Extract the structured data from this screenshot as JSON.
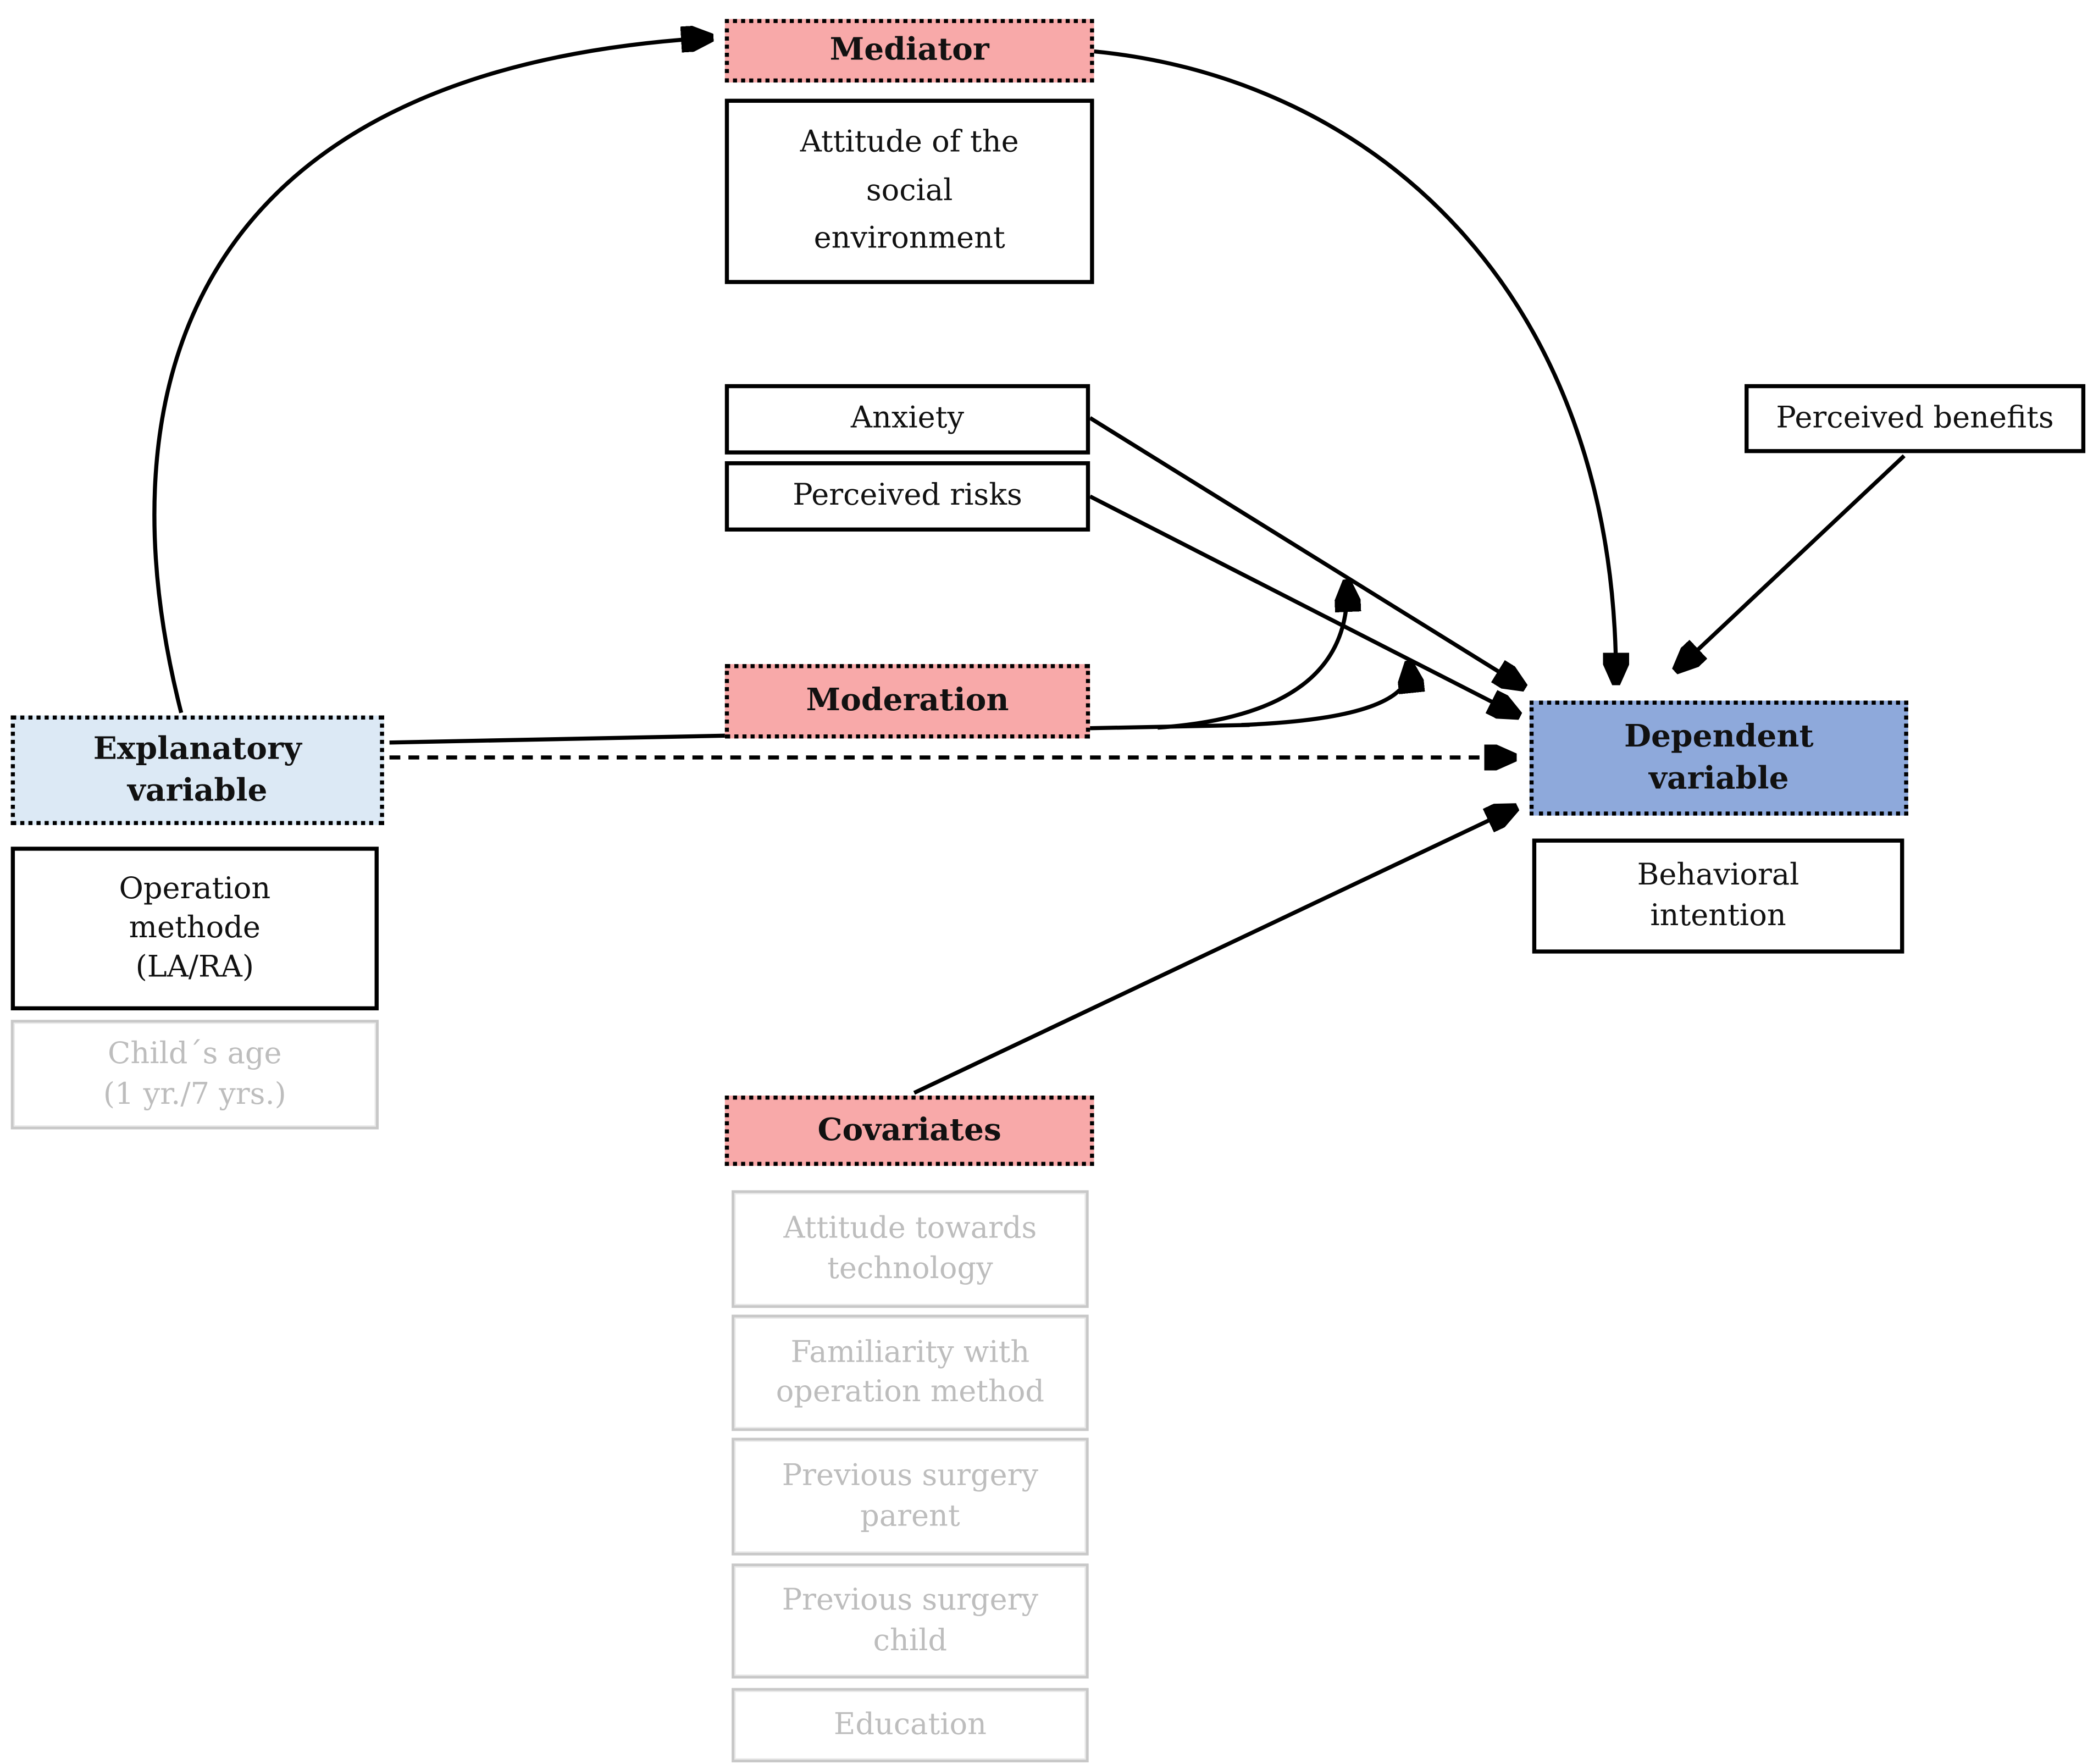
{
  "diagram": {
    "roles": {
      "mediator": "Mediator",
      "moderation": "Moderation",
      "covariates": "Covariates",
      "explanatory": "Explanatory\nvariable",
      "dependent": "Dependent\nvariable"
    },
    "constructs": {
      "attitude_social": "Attitude of the\nsocial\nenvironment",
      "anxiety": "Anxiety",
      "perceived_risks": "Perceived risks",
      "perceived_benefits": "Perceived benefits",
      "operation_method": "Operation\nmethode\n(LA/RA)",
      "childs_age": "Child´s age\n(1 yr./7 yrs.)",
      "behavioral_intention": "Behavioral\nintention"
    },
    "covariate_items": [
      "Attitude towards\ntechnology",
      "Familiarity with\noperation method",
      "Previous surgery\nparent",
      "Previous surgery\nchild",
      "Education"
    ],
    "colors": {
      "role_pink": "#F8A9A9",
      "explanatory_blue": "#DCE9F5",
      "dependent_blue": "#8EA9DB",
      "inactive_text_gray": "#BDBDBD",
      "inactive_border_gray": "#C8C8C8",
      "line_black": "#000000"
    },
    "relations": {
      "mediation_path": "Explanatory variable -> Mediator -> Dependent variable",
      "direct_path": "Explanatory variable -> Dependent variable (dashed)",
      "moderation_targets": "Anxiety / Perceived risks paths",
      "covariate_path": "Covariates -> Dependent variable"
    }
  }
}
